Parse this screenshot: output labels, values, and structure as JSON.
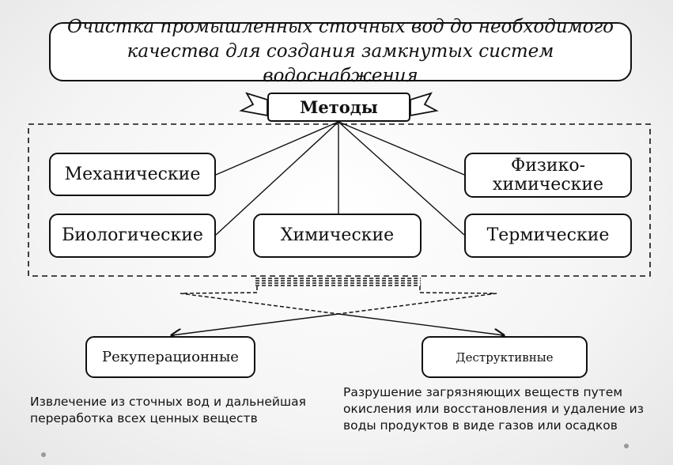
{
  "title": {
    "line1": "Очистка промышленных сточных вод до необходимого",
    "line2": "качества для создания замкнутых систем водоснабжения"
  },
  "methods_label": "Методы",
  "methods": {
    "mechanical": "Механические",
    "physchem_line1": "Физико-",
    "physchem_line2": "химические",
    "biological": "Биологические",
    "chemical": "Химические",
    "thermal": "Термические"
  },
  "categories": {
    "recuperative": {
      "label": "Рекуперационные",
      "description": "Извлечение из сточных вод и дальнейшая переработка всех ценных веществ"
    },
    "destructive": {
      "label": "Деструктивные",
      "description": "Разрушение загрязняющих веществ путем окисления или восстановления и удаление из воды  продуктов в виде газов или осадков"
    }
  },
  "colors": {
    "line": "#111111",
    "box_bg": "#ffffff",
    "page_bg": "#f2f2f2"
  }
}
